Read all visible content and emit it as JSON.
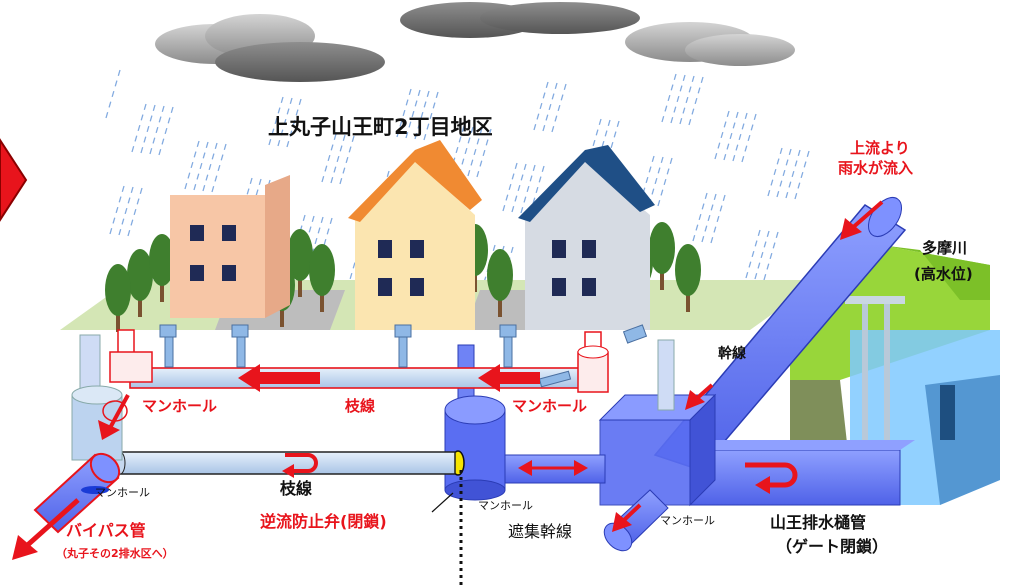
{
  "title": "上丸子山王町2丁目地区",
  "labels": {
    "inflow": [
      "上流より",
      "雨水が流入"
    ],
    "tama_river": [
      "多摩川",
      "(高水位)"
    ],
    "trunk_line": "幹線",
    "manhole_upper_left": "マンホール",
    "manhole_upper_right": "マンホール",
    "branch_line_upper": "枝線",
    "branch_line_lower": "枝線",
    "manhole_small_left": "マンホール",
    "manhole_small_center": "マンホール",
    "manhole_small_right": "マンホール",
    "bypass_pipe": "バイパス管",
    "bypass_note": "（丸子その2排水区へ）",
    "check_valve": "逆流防止弁(閉鎖)",
    "interceptor": "遮集幹線",
    "sanno_pipe": [
      "山王排水樋管",
      "（ゲート閉鎖）"
    ]
  },
  "colors": {
    "flow_arrow": "#e8141c",
    "pipe_blue": "#6f83f5",
    "pipe_light": "#bcd3ef",
    "grass_green": "#98d63a",
    "river_water": "#7fc9ff"
  }
}
